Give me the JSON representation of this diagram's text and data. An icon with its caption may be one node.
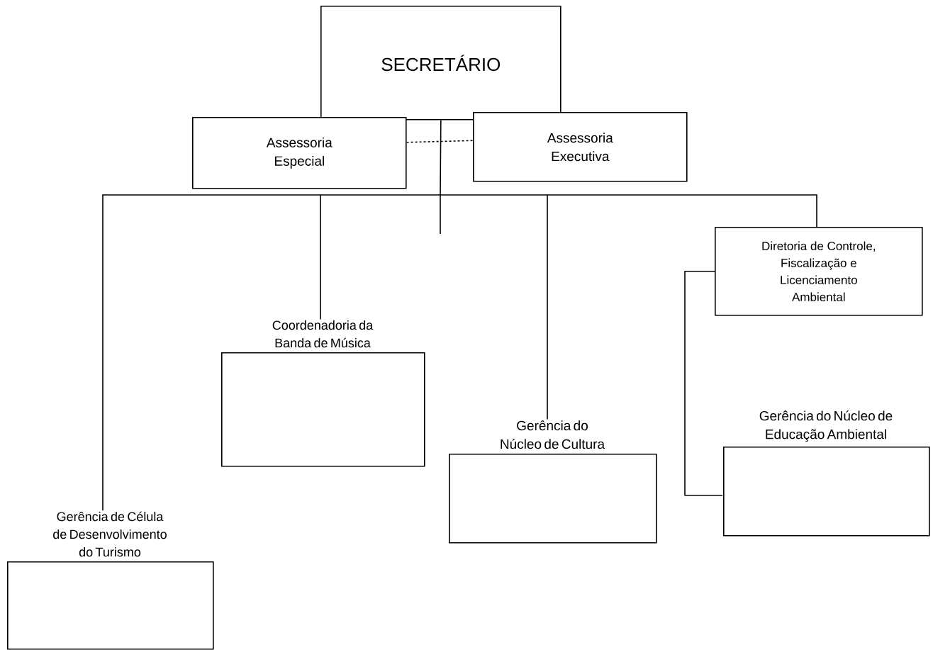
{
  "diagram": {
    "nodes": [
      {
        "text": [
          "SECRETÁRIO"
        ]
      },
      {
        "text": [
          "Assessoria Especial"
        ]
      },
      {
        "text": [
          "Assessoria Executiva"
        ]
      },
      {
        "text": [
          "Diretoria de Controle, Fiscalização e Licenciamento Ambiental"
        ]
      },
      {
        "text": [
          "Coordenadoria da Banda de Música"
        ]
      },
      {
        "text": [
          "Gerência do Núcleo de Cultura"
        ]
      },
      {
        "text": [
          "Gerência do Núcleo de Educação Ambiental"
        ]
      },
      {
        "text": [
          "Gerência de Célula de Desenvolvimento do Turismo"
        ]
      }
    ],
    "edges": [
      {
        "from": 0,
        "to": 3,
        "arrow": "none"
      },
      {
        "from": 0,
        "to": 4,
        "arrow": "none"
      },
      {
        "from": 0,
        "to": 5,
        "arrow": "none"
      },
      {
        "from": 0,
        "to": 7,
        "arrow": "none"
      },
      {
        "from": 1,
        "to": 2,
        "arrow": "none",
        "style": "dashed"
      },
      {
        "from": 3,
        "to": 6,
        "arrow": "none"
      }
    ]
  }
}
